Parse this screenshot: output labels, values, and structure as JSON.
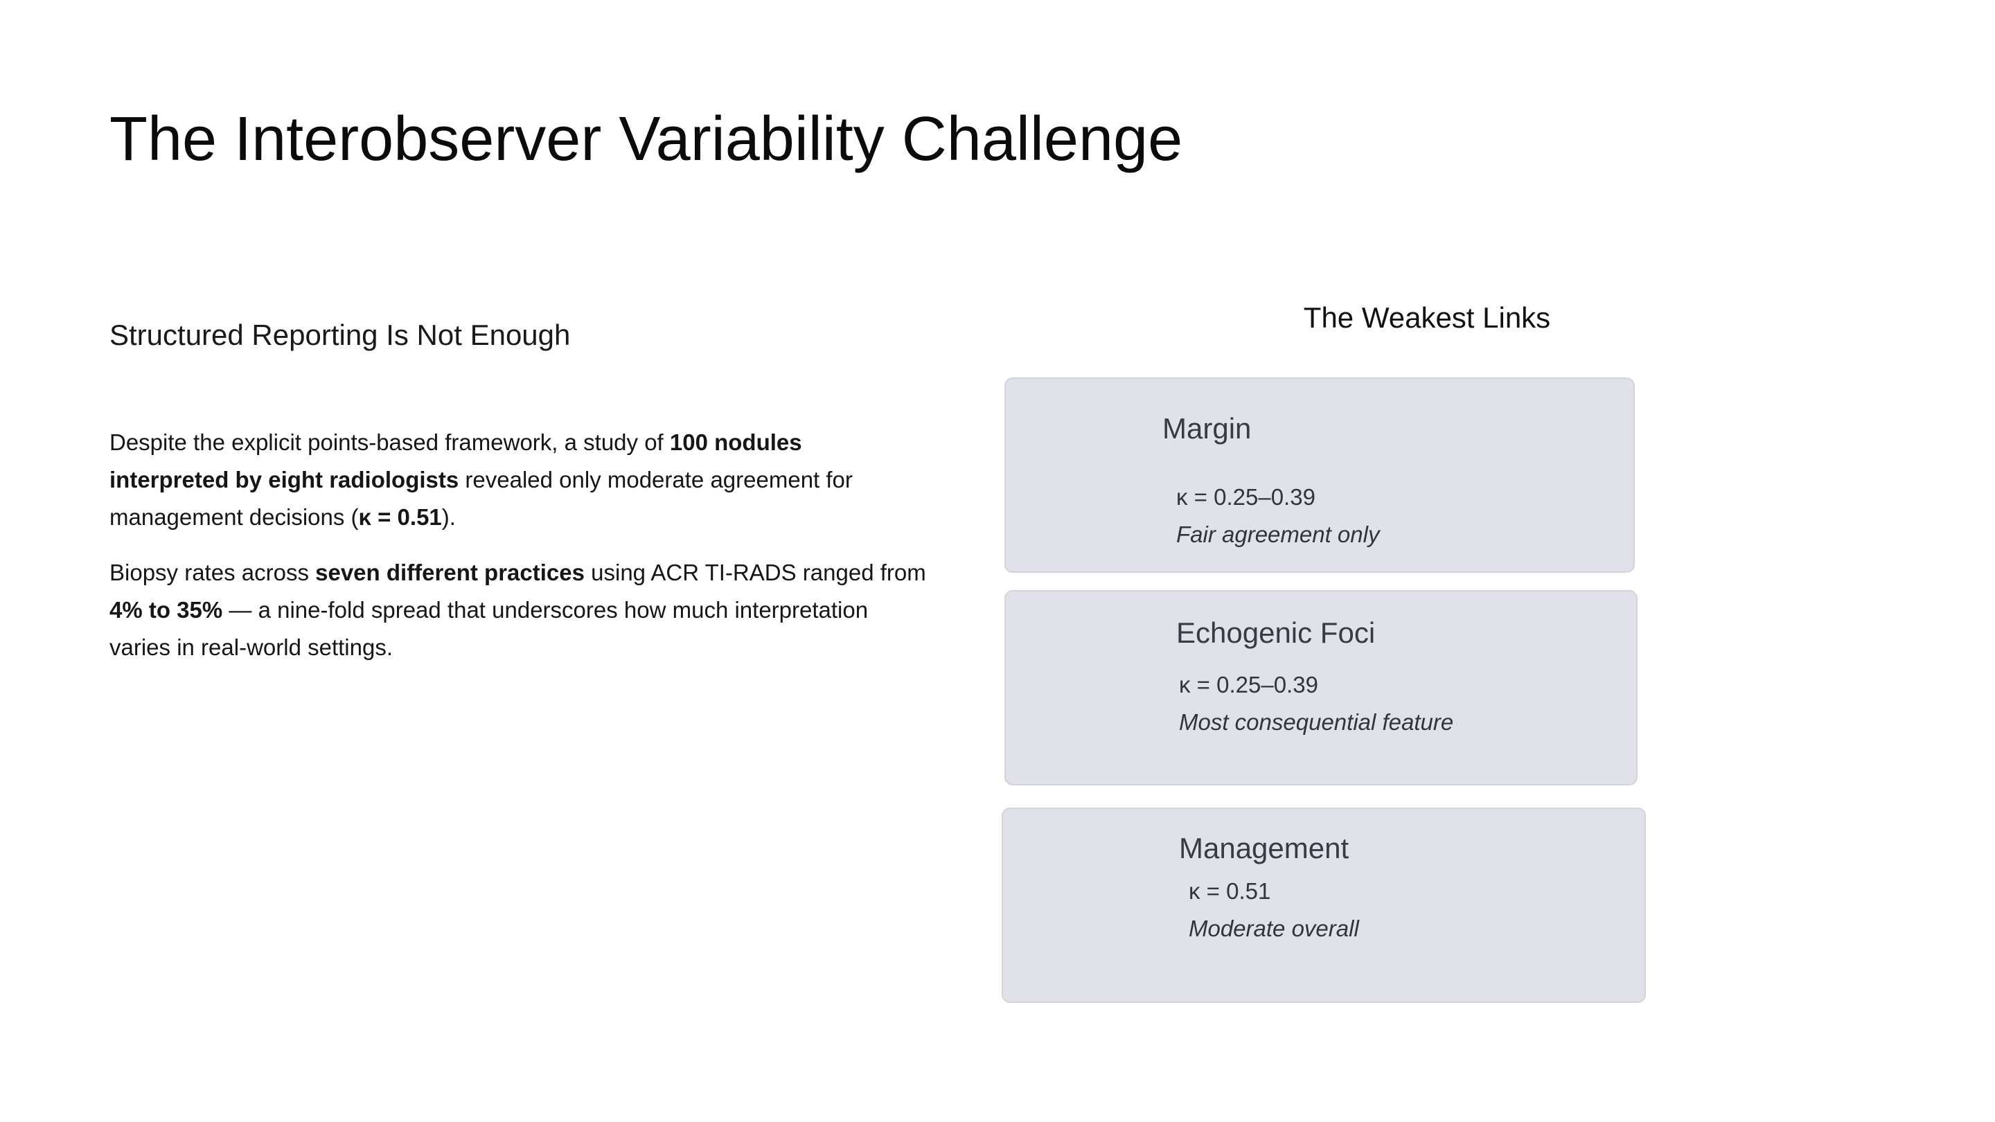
{
  "slide": {
    "title": "The Interobserver Variability Challenge"
  },
  "left": {
    "subtitle": "Structured Reporting Is Not Enough",
    "paragraph1": {
      "t1": "Despite the explicit points-based framework, a study of ",
      "b1": "100 nodules interpreted by eight radiologists",
      "t2": " revealed only moderate agreement for management decisions (",
      "b2": "κ = 0.51",
      "t3": ")."
    },
    "paragraph2": {
      "t1": "Biopsy rates across ",
      "b1": "seven different practices",
      "t2": " using ACR TI-RADS ranged from ",
      "b2": "4% to 35%",
      "t3": " — a nine-fold spread that underscores how much interpretation varies in real-world settings."
    }
  },
  "right": {
    "heading": "The Weakest Links",
    "cards": [
      {
        "title": "Margin",
        "kappa": "κ = 0.25–0.39",
        "note": "Fair agreement only"
      },
      {
        "title": "Echogenic Foci",
        "kappa": "κ = 0.25–0.39",
        "note": "Most consequential feature"
      },
      {
        "title": "Management",
        "kappa": "κ = 0.51",
        "note": "Moderate overall"
      }
    ]
  },
  "colors": {
    "card_background": "#e1e1e9",
    "card_border": "#d3d3dc",
    "card_text": "#3a3a44"
  }
}
